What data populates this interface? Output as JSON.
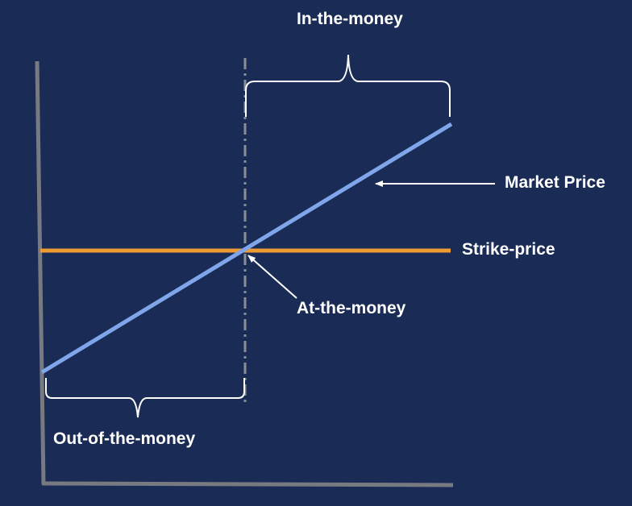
{
  "labels": {
    "in_the_money": "In-the-money",
    "market_price": "Market Price",
    "strike_price": "Strike-price",
    "at_the_money": "At-the-money",
    "out_of_the_money": "Out-of-the-money"
  },
  "colors": {
    "background": "#1a2c55",
    "axis": "#777a80",
    "market_price_line": "#7fa6ea",
    "strike_price_line": "#ef9a33",
    "annotation": "#ffffff",
    "dashed_line": "#8a8d93"
  }
}
